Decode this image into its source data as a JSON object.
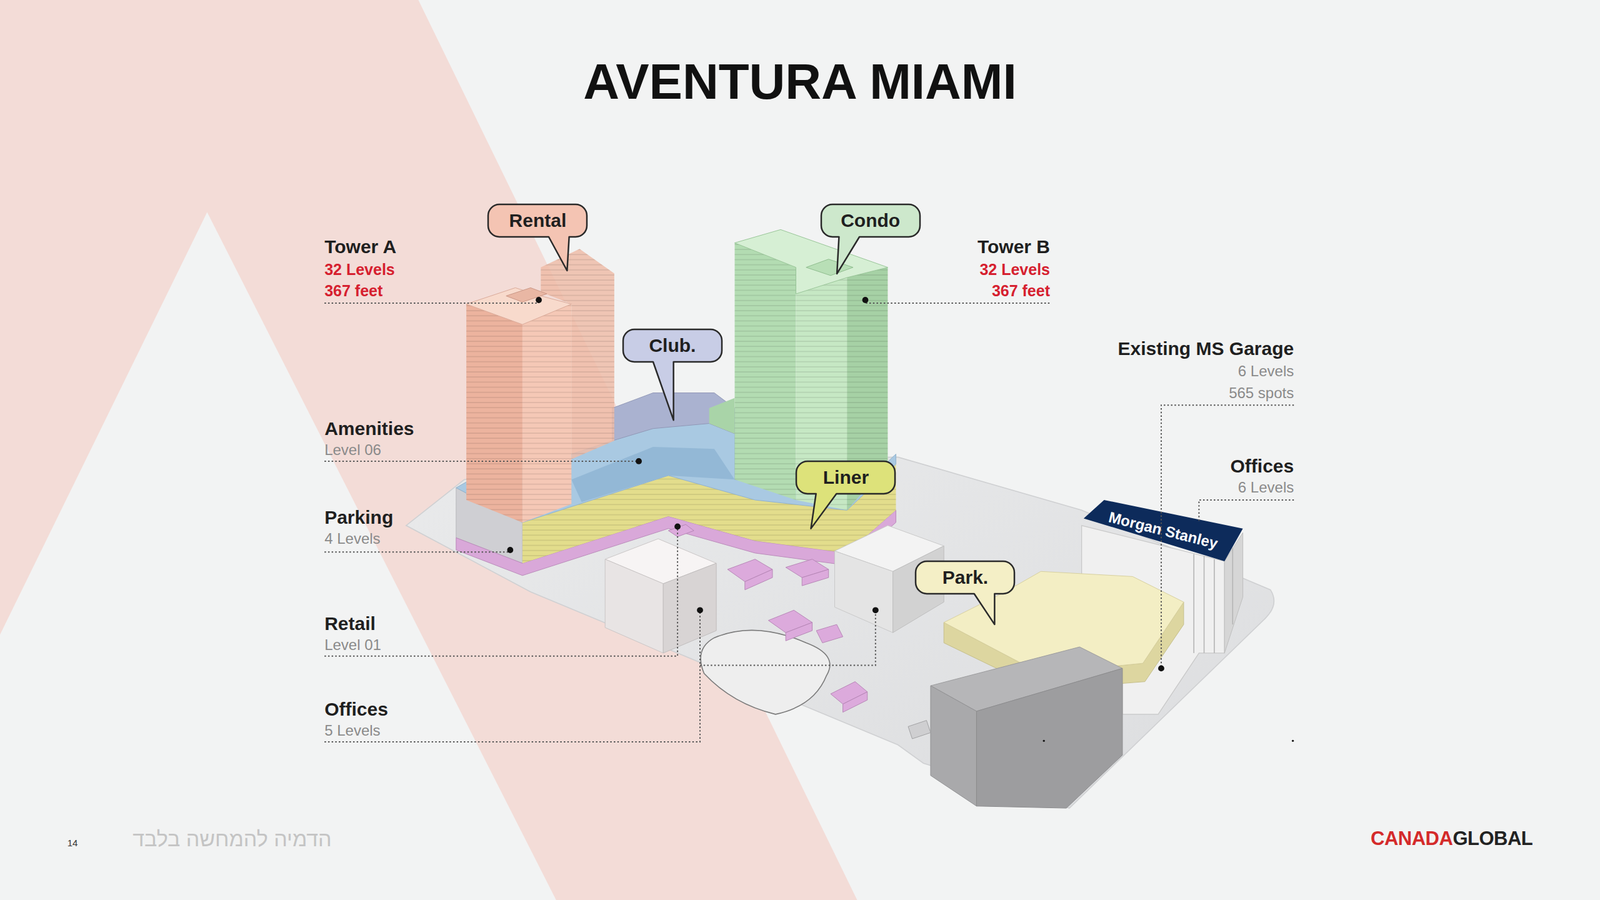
{
  "diagram": {
    "title": "AVENTURA MIAMI",
    "nodes": [
      {
        "text": [
          "Rental"
        ]
      },
      {
        "text": [
          "Condo"
        ]
      },
      {
        "text": [
          "Club."
        ]
      },
      {
        "text": [
          "Liner"
        ]
      },
      {
        "text": [
          "Park."
        ]
      }
    ],
    "labels": [
      "Tower A",
      "32 Levels",
      "367 feet",
      "Tower B",
      "32 Levels",
      "367 feet",
      "Amenities",
      "Level 06",
      "Parking",
      "4 Levels",
      "Retail",
      "Level 01",
      "Offices",
      "5 Levels",
      "Existing MS Garage",
      "6 Levels",
      "565 spots",
      "Offices",
      "6 Levels",
      "Morgan Stanley",
      "14",
      "הדמיה להמחשה בלבד",
      "CANADA",
      "GLOBAL"
    ]
  }
}
